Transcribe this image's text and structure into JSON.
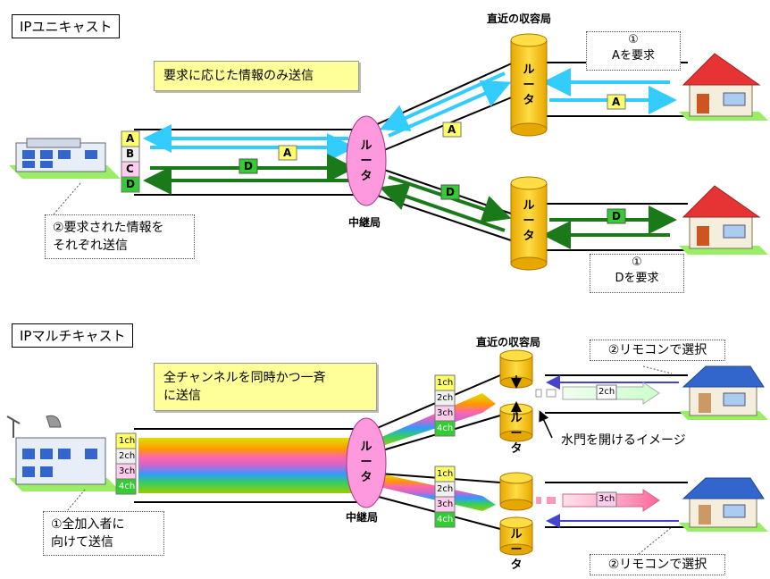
{
  "unicast": {
    "title": "IPユニキャスト",
    "banner": "要求に応じた情報のみ送信",
    "source_note_line1": "②要求された情報を",
    "source_note_line2": "それぞれ送信",
    "relay_label": "中継局",
    "station_label": "直近の収容局",
    "router_text_1": "ル",
    "router_text_2": "ー",
    "router_text_3": "タ",
    "req_top_num": "①",
    "req_top_text": "Aを要求",
    "req_bottom_num": "①",
    "req_bottom_text": "Dを要求",
    "content_labels": [
      "A",
      "B",
      "C",
      "D"
    ],
    "packet_a": "A",
    "packet_d": "D"
  },
  "multicast": {
    "title": "IPマルチキャスト",
    "banner_line1": "全チャンネルを同時かつ一斉",
    "banner_line2": "に送信",
    "source_note_line1": "①全加入者に",
    "source_note_line2": "向けて送信",
    "relay_label": "中継局",
    "station_label": "直近の収容局",
    "router_text_1": "ル",
    "router_text_2": "ー",
    "router_text_3": "タ",
    "remote_top": "②リモコンで選択",
    "remote_bottom": "②リモコンで選択",
    "gate_note": "水門を開けるイメージ",
    "channels": [
      "1ch",
      "2ch",
      "3ch",
      "4ch"
    ],
    "packet_top": "2ch",
    "packet_bottom": "3ch"
  },
  "colors": {
    "unicast_a_arrow": "#33ccff",
    "unicast_d_arrow": "#1a7a1a",
    "router_pink": "#ff99dd",
    "router_gold": "#ffcc00",
    "house_red_roof": "#e63333",
    "house_blue_roof": "#3366cc",
    "banner_yellow": "#ffff99"
  }
}
